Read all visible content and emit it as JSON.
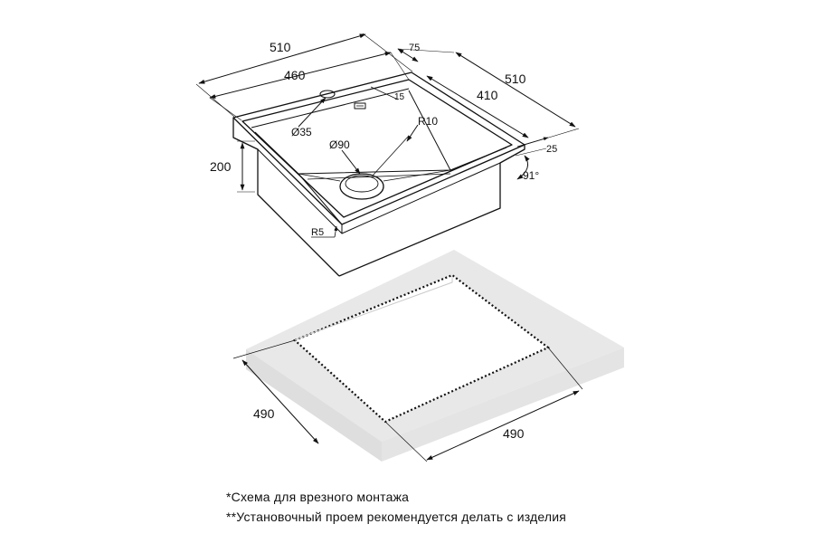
{
  "sink": {
    "dims": {
      "overall_width": "510",
      "bowl_width": "460",
      "flange_offset": "75",
      "overall_depth": "510",
      "bowl_depth": "410",
      "ledge": "15",
      "height": "200",
      "corner_radius_top": "R10",
      "corner_radius_bottom": "R5",
      "overflow_diameter": "Ø35",
      "drain_diameter": "Ø90",
      "rim_thickness": "25",
      "angle": "91°"
    }
  },
  "cutout": {
    "width": "490",
    "depth": "490"
  },
  "notes": {
    "line1": "*Схема для врезного монтажа",
    "line2": "**Установочный проем рекомендуется делать с изделия"
  }
}
